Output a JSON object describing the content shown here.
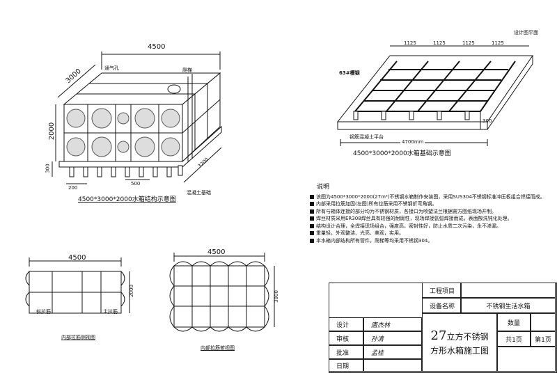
{
  "iso_view": {
    "width_label": "4500",
    "depth_label": "3000",
    "height_label": "2000",
    "base_height_label": "300",
    "base_depth_label": "3200",
    "spacing_a_label": "200",
    "spacing_b_label": "500",
    "vent_label": "通气孔",
    "ladder_label": "爬梯",
    "base_note_label": "混凝土基础",
    "caption": "4500*3000*2000水箱结构示意图"
  },
  "foundation_view": {
    "spacing_labels": [
      "1125",
      "1125",
      "1125",
      "1125"
    ],
    "beam_label": "63#槽钢",
    "top_note_label": "设计图平面",
    "length_label": "4700mm",
    "height_label": "300",
    "platform_label": "钢筋混凝土平台",
    "caption": "4500*3000*2000水箱基础示意图"
  },
  "notes": {
    "heading": "说明",
    "items": [
      "该图为4500*3000*2000(27m³)不锈钢水箱制作安装图，采用SUS304不锈钢标准冲压板组合焊接而成。",
      "内部采用拉筋加固(左图)所有拉筋采用不锈钢折弯角钢。",
      "所有与箱体连接的部分均为不锈钢材质，各接口为喷塑法兰根据需方图纸现场开制。",
      "焊丝材质采用ER308焊丝具有较强的耐腐性，现场焊接氩弧焊接而成，表面酸洗钝化处理。",
      "结构设计合理，全焊接现场组合，强度高，密封性好，防止水质二次污染，永不渗漏。",
      "重量轻，外观整洁、光亮、美观，实用。",
      "本水箱内部结构所有管件，爬梯等均采用不锈钢304。"
    ]
  },
  "side_view": {
    "width_label": "4500",
    "height_label": "2000",
    "left_note": "斜拉筋",
    "right_note": "主拉筋",
    "caption": "内部拉筋侧视图"
  },
  "top_view": {
    "width_label": "4500",
    "height_label": "3000",
    "caption": "内部拉筋俯视图"
  },
  "title_block": {
    "project_label": "工程项目",
    "project_value": "",
    "equipment_label": "设备名称",
    "equipment_value": "不锈钢生活水箱",
    "quantity_label": "数量",
    "quantity_value": "",
    "design_label": "设计",
    "design_sign": "唐杰林",
    "review_label": "审核",
    "review_sign": "孙清",
    "approve_label": "批准",
    "approve_sign": "孟桂",
    "date_label": "日期",
    "date_value": "",
    "drawing_title_num": "27",
    "drawing_title_line1": "立方不锈钢",
    "drawing_title_line2": "方形水箱施工图",
    "pages_total": "共1页",
    "page_current": "第1页"
  }
}
